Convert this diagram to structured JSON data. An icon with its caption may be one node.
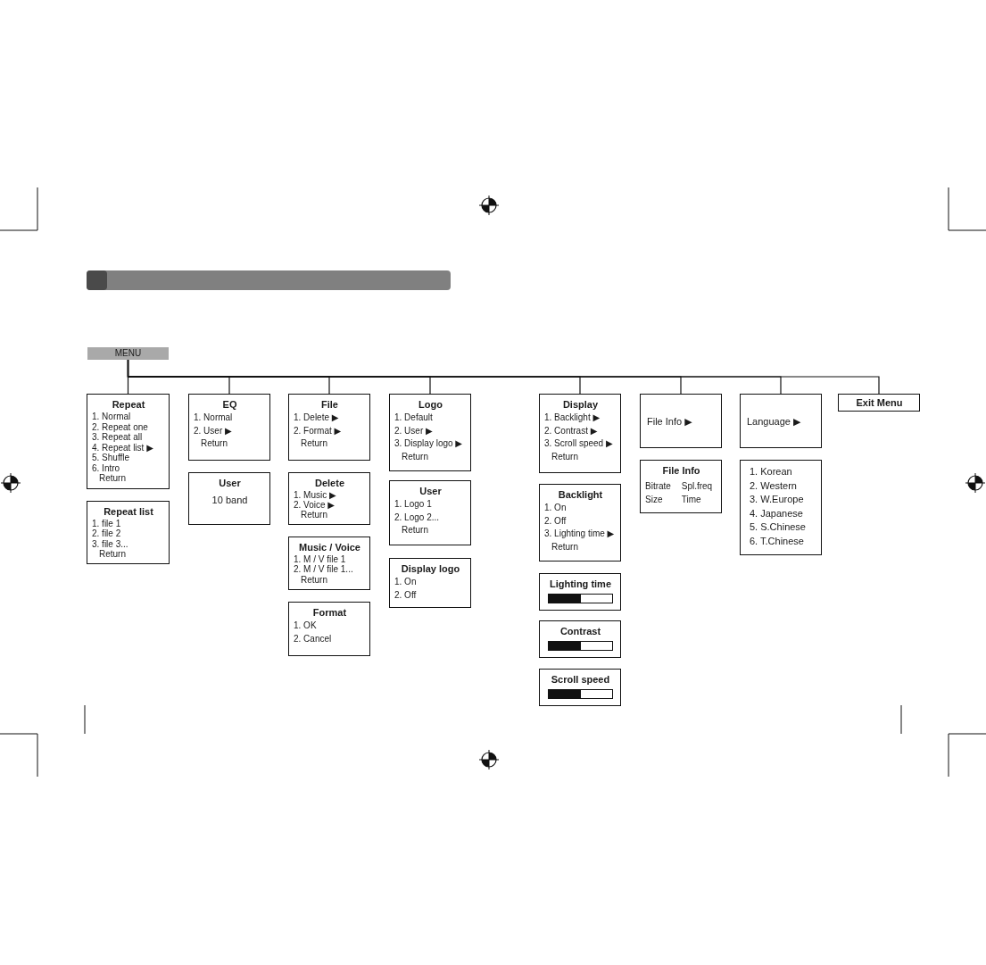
{
  "diagram": {
    "nodes": [
      {
        "text": [
          "MENU"
        ]
      },
      {
        "text": [
          "Repeat",
          "1. Normal",
          "2. Repeat one",
          "3. Repeat all",
          "4. Repeat list ▶",
          "5. Shuffle",
          "6. Intro",
          "Return"
        ]
      },
      {
        "text": [
          "Repeat list",
          "1. file 1",
          "2. file 2",
          "3. file 3...",
          "Return"
        ]
      },
      {
        "text": [
          "EQ",
          "1. Normal",
          "2. User ▶",
          "Return"
        ]
      },
      {
        "text": [
          "User",
          "10 band"
        ]
      },
      {
        "text": [
          "File",
          "1. Delete ▶",
          "2. Format ▶",
          "Return"
        ]
      },
      {
        "text": [
          "Delete",
          "1. Music ▶",
          "2. Voice ▶",
          "Return"
        ]
      },
      {
        "text": [
          "Music / Voice",
          "1. M / V file 1",
          "2. M / V file 1...",
          "Return"
        ]
      },
      {
        "text": [
          "Format",
          "1. OK",
          "2. Cancel"
        ]
      },
      {
        "text": [
          "Logo",
          "1. Default",
          "2. User ▶",
          "3. Display logo ▶",
          "Return"
        ]
      },
      {
        "text": [
          "User",
          "1. Logo 1",
          "2. Logo 2...",
          "Return"
        ]
      },
      {
        "text": [
          "Display logo",
          "1. On",
          "2. Off"
        ]
      },
      {
        "text": [
          "Display",
          "1. Backlight ▶",
          "2. Contrast ▶",
          "3. Scroll speed ▶",
          "Return"
        ]
      },
      {
        "text": [
          "Backlight",
          "1. On",
          "2. Off",
          "3. Lighting time ▶",
          "Return"
        ]
      },
      {
        "text": [
          "Lighting time"
        ]
      },
      {
        "text": [
          "Contrast"
        ]
      },
      {
        "text": [
          "Scroll speed"
        ]
      },
      {
        "text": [
          "File Info ▶"
        ]
      },
      {
        "text": [
          "File Info",
          "Bitrate",
          "Spl.freq",
          "Size",
          "Time"
        ]
      },
      {
        "text": [
          "Language ▶"
        ]
      },
      {
        "text": [
          "1. Korean",
          "2. Western",
          "3. W.Europe",
          "4. Japanese",
          "5. S.Chinese",
          "6. T.Chinese"
        ]
      },
      {
        "text": [
          "Exit Menu"
        ]
      }
    ],
    "edges": [
      {
        "from": 0,
        "to": 1,
        "arrow": "none"
      },
      {
        "from": 0,
        "to": 3,
        "arrow": "none"
      },
      {
        "from": 0,
        "to": 5,
        "arrow": "none"
      },
      {
        "from": 0,
        "to": 9,
        "arrow": "none"
      },
      {
        "from": 0,
        "to": 12,
        "arrow": "none"
      },
      {
        "from": 0,
        "to": 17,
        "arrow": "none"
      },
      {
        "from": 0,
        "to": 19,
        "arrow": "none"
      },
      {
        "from": 0,
        "to": 21,
        "arrow": "none"
      }
    ]
  }
}
